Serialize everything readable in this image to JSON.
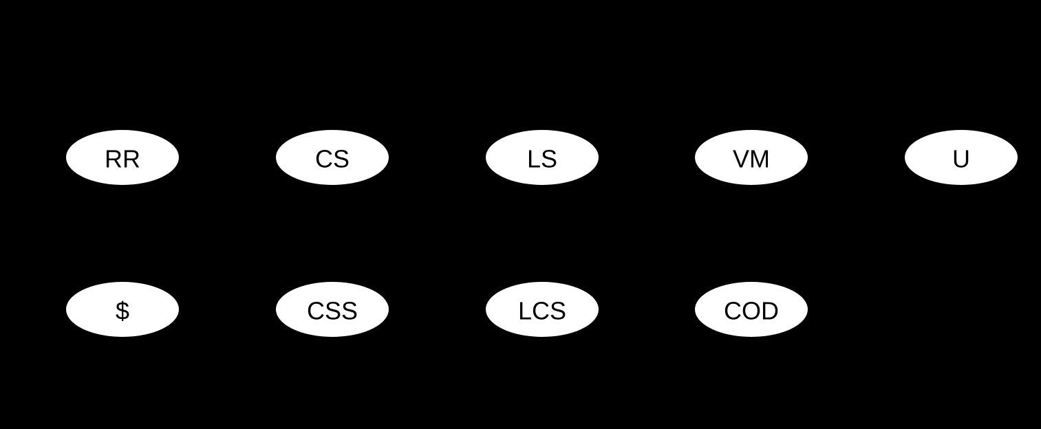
{
  "colors": {
    "background": "#000000",
    "node_fill": "#ffffff",
    "node_text": "#000000"
  },
  "nodes": {
    "row1": [
      "RR",
      "CS",
      "LS",
      "VM",
      "U"
    ],
    "row2": [
      "$",
      "CSS",
      "LCS",
      "COD"
    ]
  }
}
